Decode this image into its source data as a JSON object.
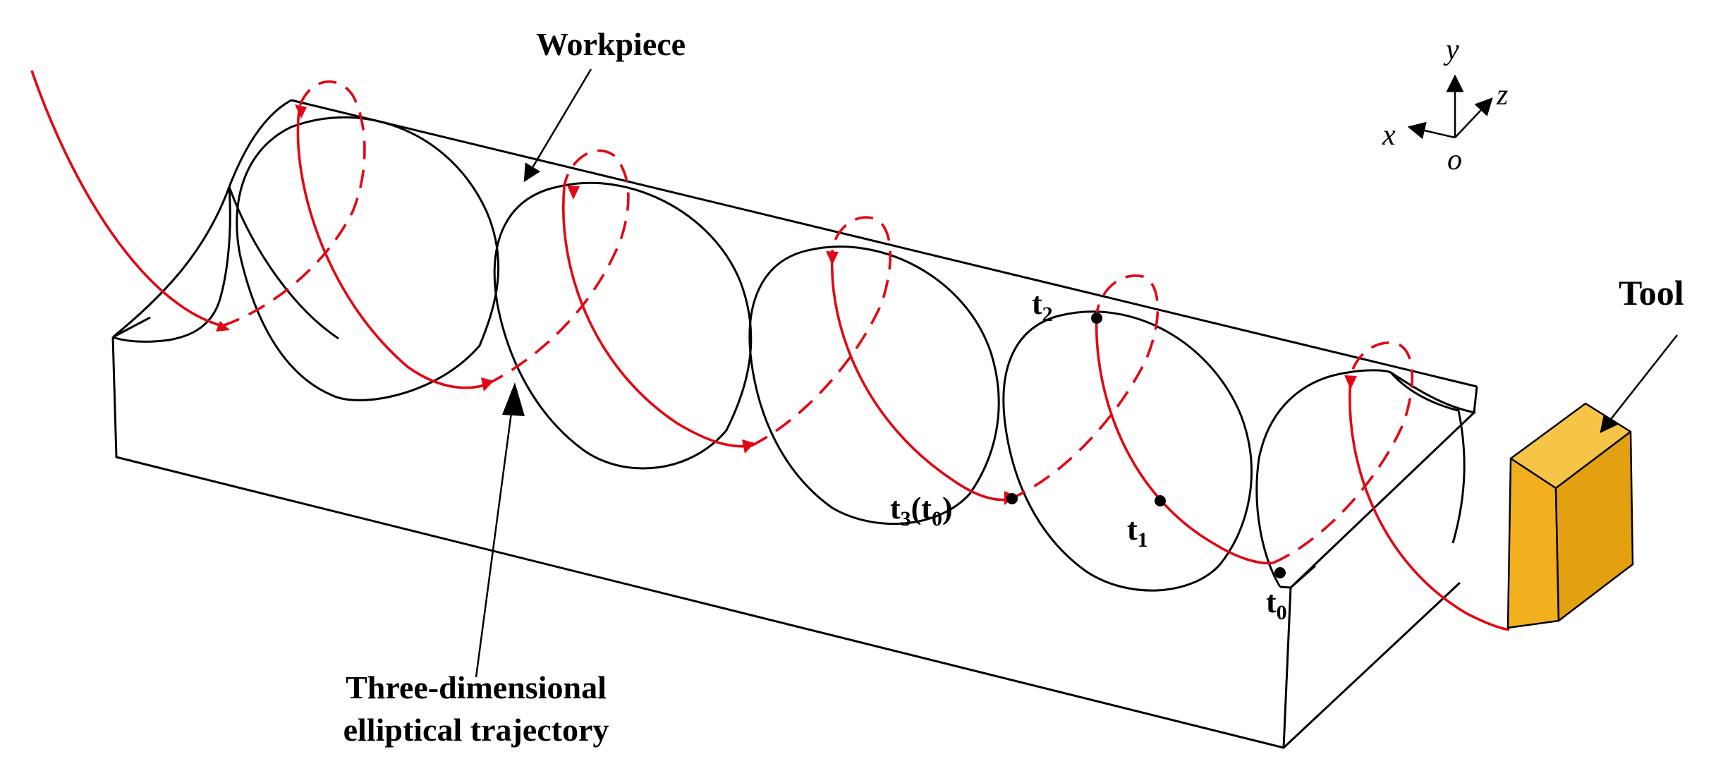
{
  "labels": {
    "workpiece": "Workpiece",
    "tool": "Tool",
    "trajectory_line1": "Three-dimensional",
    "trajectory_line2": "elliptical trajectory"
  },
  "time_points": {
    "t2": "t",
    "t2_sub": "2",
    "t3": "t",
    "t3_sub": "3",
    "t3_paren_open": "(t",
    "t3_paren_sub": "0",
    "t3_paren_close": ")",
    "t1": "t",
    "t1_sub": "1",
    "t0": "t",
    "t0_sub": "0"
  },
  "axes": {
    "x": "x",
    "y": "y",
    "z": "z",
    "origin": "o"
  },
  "colors": {
    "trajectory": "#e30613",
    "outline": "#000000",
    "tool_face": "#f2b01e",
    "tool_side": "#e3a010",
    "tool_top": "#f6c548"
  }
}
